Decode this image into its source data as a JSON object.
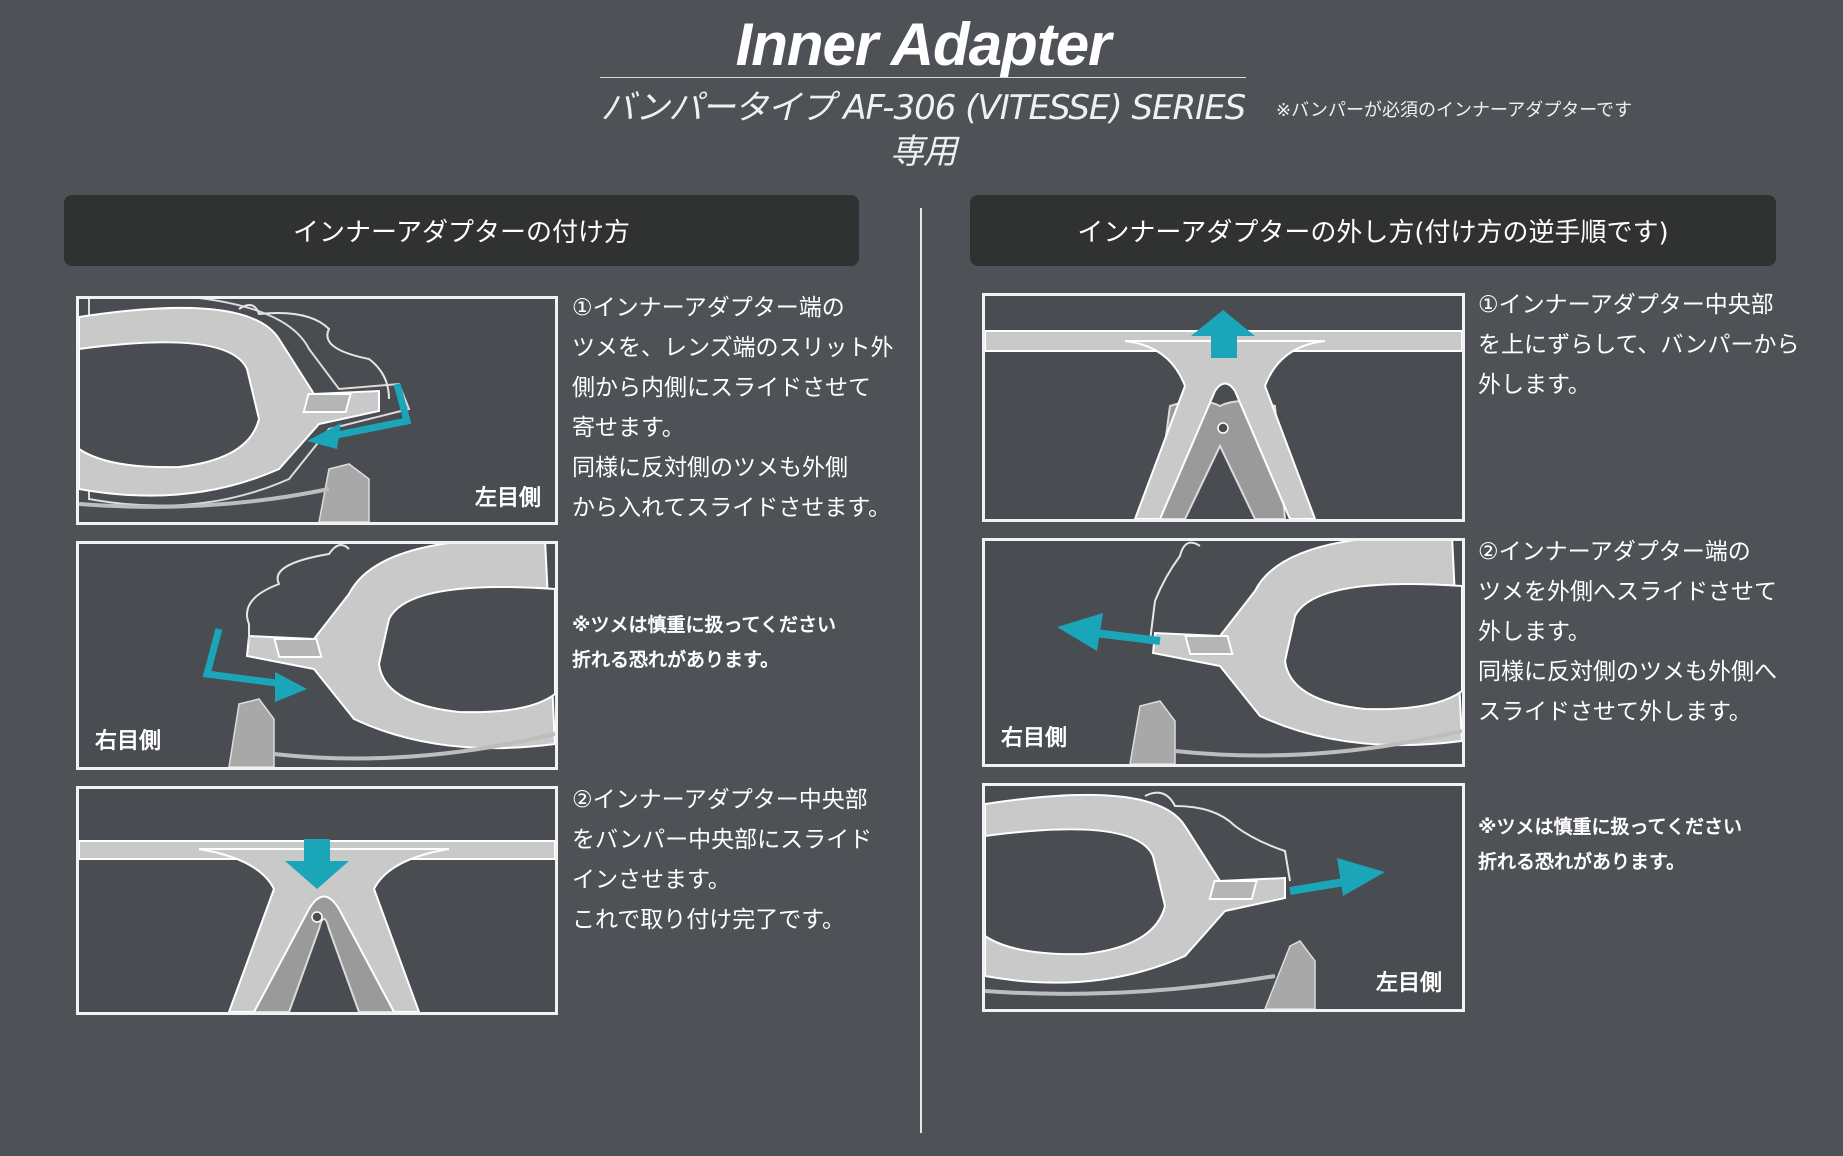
{
  "header": {
    "title": "Inner Adapter",
    "subtitle": "バンパータイプ AF-306 (VITESSE) SERIES専用",
    "note": "※バンパーが必須のインナーアダプターです"
  },
  "colors": {
    "background": "#4e5256",
    "header_bar": "#303131",
    "accent_arrow": "#1aa5b8",
    "frame": "#c9c9c9"
  },
  "attach": {
    "heading": "インナーアダプターの付け方",
    "panels": [
      {
        "label": "左目側",
        "icon": "left-eye-slide-in-illustration"
      },
      {
        "label": "右目側",
        "icon": "right-eye-slide-in-illustration"
      },
      {
        "label": "",
        "icon": "center-push-down-illustration"
      }
    ],
    "step1": "①インナーアダプター端の\nツメを、レンズ端のスリット外\n側から内側にスライドさせて\n寄せます。\n同様に反対側のツメも外側\nから入れてスライドさせます。",
    "warning": "※ツメは慎重に扱ってください\n折れる恐れがあります。",
    "step2": "②インナーアダプター中央部\nをバンパー中央部にスライド\nインさせます。\nこれで取り付け完了です。"
  },
  "remove": {
    "heading": "インナーアダプターの外し方(付け方の逆手順です)",
    "panels": [
      {
        "label": "",
        "icon": "center-push-up-illustration"
      },
      {
        "label": "右目側",
        "icon": "right-eye-slide-out-illustration"
      },
      {
        "label": "左目側",
        "icon": "left-eye-slide-out-illustration"
      }
    ],
    "step1": "①インナーアダプター中央部\nを上にずらして、バンパーから\n外します。",
    "step2": "②インナーアダプター端の\nツメを外側へスライドさせて\n外します。\n同様に反対側のツメも外側へ\nスライドさせて外します。",
    "warning": "※ツメは慎重に扱ってください\n折れる恐れがあります。"
  }
}
